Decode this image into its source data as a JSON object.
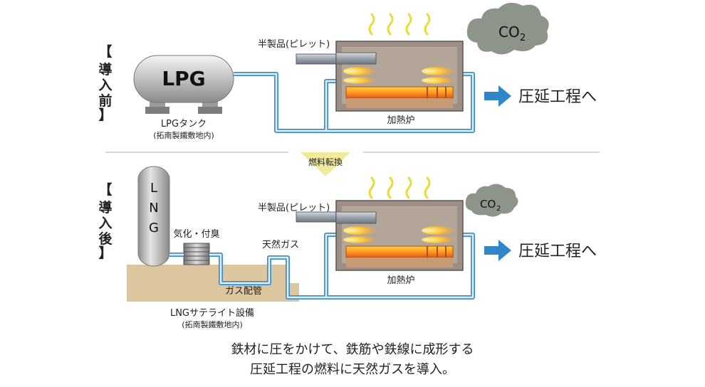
{
  "before": {
    "section_label": [
      "導",
      "入",
      "前"
    ],
    "tank_text": "LPG",
    "tank_label": "LPGタンク",
    "tank_sublabel": "(拓南製鐵敷地内)",
    "billet_label": "半製品(ピレット)",
    "furnace_label": "加熱炉",
    "co2": "CO",
    "co2_sub": "2",
    "output_label": "圧延工程へ"
  },
  "conversion_label": "燃料転換",
  "after": {
    "section_label": [
      "導",
      "入",
      "後"
    ],
    "tank_text": [
      "L",
      "N",
      "G"
    ],
    "vaporizer_label": "気化・付臭",
    "gas_label": "天然ガス",
    "pipe_label": "ガス配管",
    "facility_label": "LNGサテライト設備",
    "facility_sublabel": "(拓南製鐵敷地内)",
    "billet_label": "半製品(ピレット)",
    "furnace_label": "加熱炉",
    "co2": "CO",
    "co2_sub": "2",
    "output_label": "圧延工程へ"
  },
  "caption": {
    "line1": "鉄材に圧をかけて、鉄筋や鉄線に成形する",
    "line2": "圧延工程の燃料に天然ガスを導入。"
  },
  "colors": {
    "pipe": "#5aa9e6",
    "arrow": "#2f86c9",
    "furnace_body": "#9c9086",
    "flame": "#ffb020",
    "heat_wave": "#e8dc3a",
    "cloud": "#8d948a",
    "ground": "#dcc6a0",
    "conversion_arrow": "#f0ea9a"
  }
}
